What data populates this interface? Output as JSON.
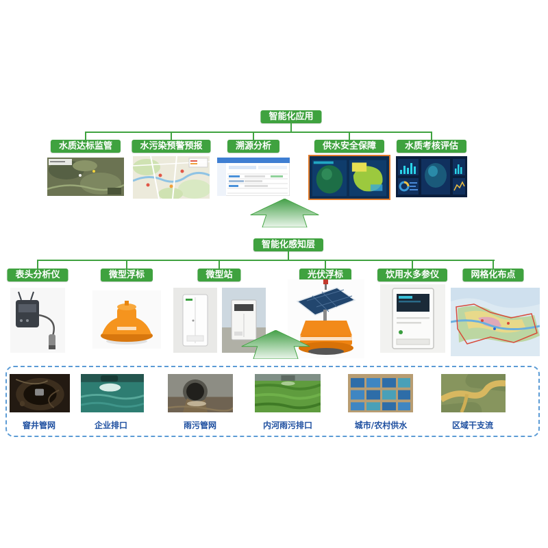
{
  "app_layer": {
    "title": "智能化应用",
    "items": [
      {
        "label": "水质达标监管",
        "image": "satellite-map"
      },
      {
        "label": "水污染预警预报",
        "image": "pollution-warning-map"
      },
      {
        "label": "溯源分析",
        "image": "trace-analysis-dashboard"
      },
      {
        "label": "供水安全保障",
        "image": "water-supply-dashboard"
      },
      {
        "label": "水质考核评估",
        "image": "assessment-dashboard"
      }
    ]
  },
  "perception_layer": {
    "title": "智能化感知层",
    "items": [
      {
        "label": "表头分析仪",
        "image": "probe-analyzer"
      },
      {
        "label": "微型浮标",
        "image": "micro-buoy"
      },
      {
        "label": "微型站",
        "image": "micro-station"
      },
      {
        "label": "光伏浮标",
        "image": "solar-buoy"
      },
      {
        "label": "饮用水多参仪",
        "image": "drinking-water-analyzer"
      },
      {
        "label": "网格化布点",
        "image": "grid-layout-map"
      }
    ]
  },
  "source_layer": {
    "items": [
      {
        "label": "窨井管网",
        "image": "manhole-network"
      },
      {
        "label": "企业排口",
        "image": "enterprise-outlet"
      },
      {
        "label": "雨污管网",
        "image": "rain-sewage-pipe"
      },
      {
        "label": "内河雨污排口",
        "image": "river-outlet"
      },
      {
        "label": "城市/农村供水",
        "image": "urban-rural-water-supply"
      },
      {
        "label": "区域干支流",
        "image": "regional-streams"
      }
    ]
  },
  "colors": {
    "green": "#3fa23f",
    "blue_label": "#1e4fa0",
    "dashed_border": "#5b9bd5",
    "highlight_border": "#e07b2a"
  }
}
